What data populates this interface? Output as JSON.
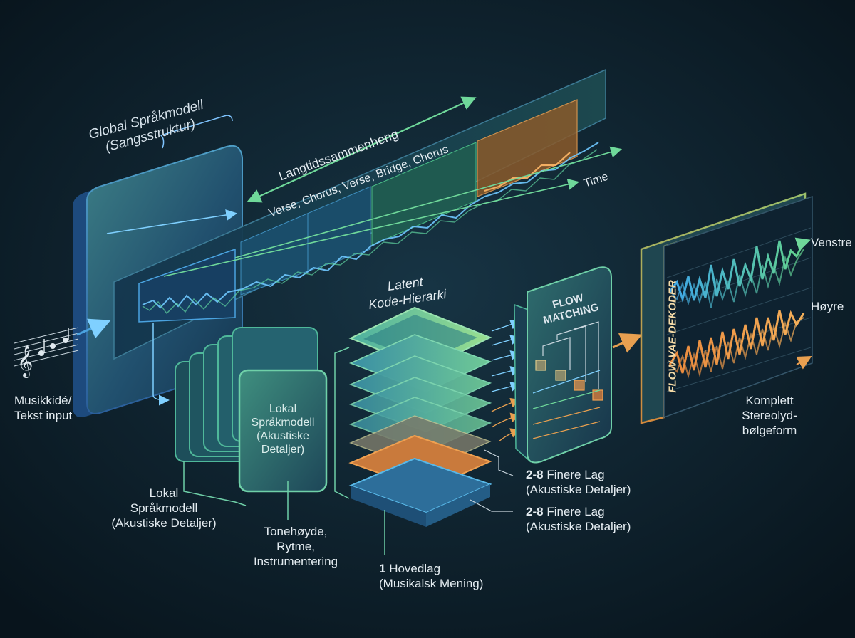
{
  "global_lm": {
    "line1": "Global Språkmodell",
    "line2": "(Sangsstruktur)"
  },
  "timeline": {
    "long_term": "Langtidssammenheng",
    "sections": "Verse, Chorus, Verse, Bridge, Chorus",
    "time": "Time"
  },
  "input": {
    "line1": "Musikkidé/",
    "line2": "Tekst input"
  },
  "local_lm_box": {
    "line1": "Lokal",
    "line2": "Språkmodell",
    "line3": "(Akustiske",
    "line4": "Detaljer)"
  },
  "local_lm_caption": {
    "line1": "Lokal",
    "line2": "Språkmodell",
    "line3": "(Akustiske Detaljer)"
  },
  "local_features": {
    "line1": "Tonehøyde,",
    "line2": "Rytme,",
    "line3": "Instrumentering"
  },
  "latent": {
    "line1": "Latent",
    "line2": "Kode-Hierarki"
  },
  "base_layer": {
    "num": "1",
    "line1": "Hovedlag",
    "line2": "(Musikalsk Mening)"
  },
  "fine_layers_a": {
    "num": "2-8",
    "line1": "Finere Lag",
    "line2": "(Akustiske Detaljer)"
  },
  "fine_layers_b": {
    "num": "2-8",
    "line1": "Finere Lag",
    "line2": "(Akustiske Detaljer)"
  },
  "flow_matching": {
    "line1": "FLOW",
    "line2": "MATCHING"
  },
  "decoder": {
    "label": "FLOW-VAE-DEKODER"
  },
  "channels": {
    "left": "Venstre",
    "right": "Høyre"
  },
  "output": {
    "line1": "Komplett",
    "line2": "Stereolyd-",
    "line3": "bølgeform"
  },
  "colors": {
    "blue": "#4aa3e0",
    "teal": "#46c9a8",
    "green": "#6ed08a",
    "orange": "#f0a050",
    "bg": "#0b1a24"
  }
}
